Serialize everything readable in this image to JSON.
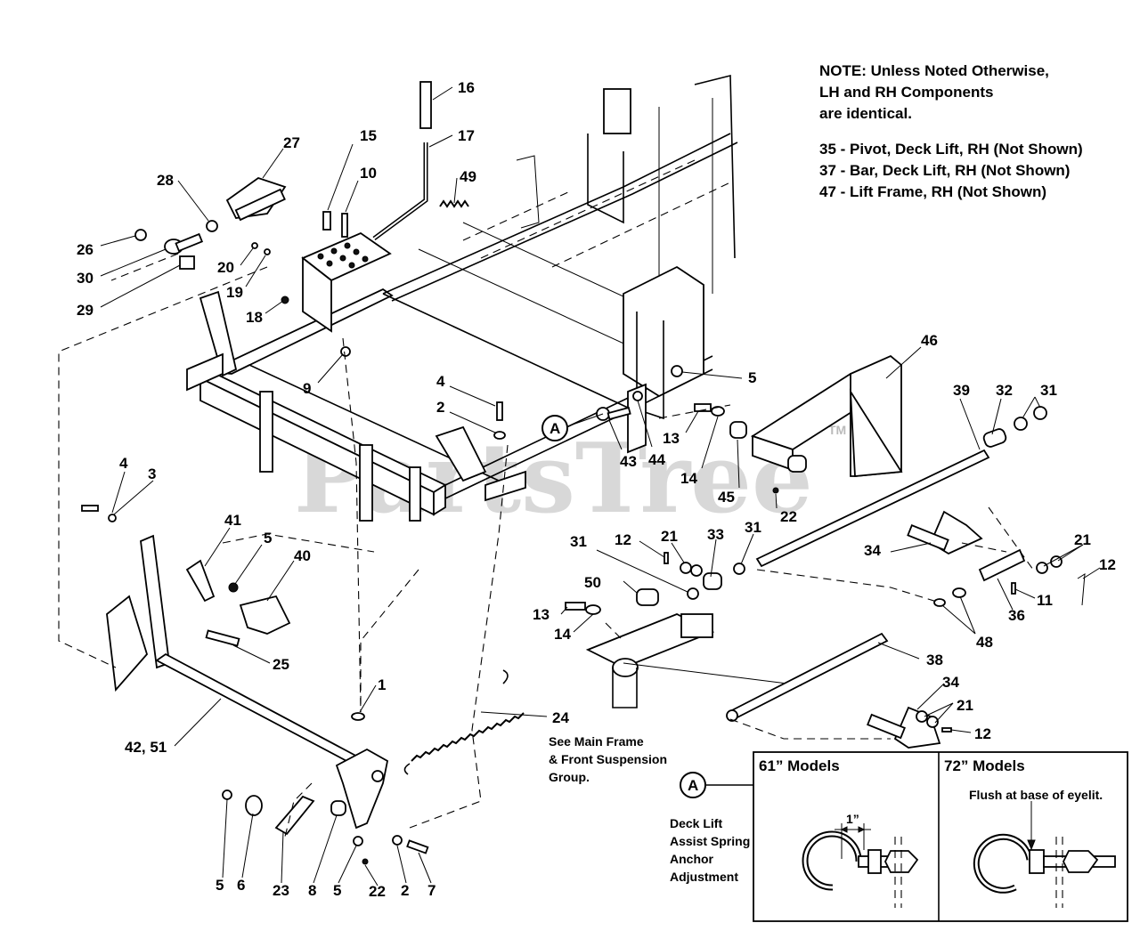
{
  "watermark": "PartsTree",
  "watermark_tm": "TM",
  "notes": [
    "NOTE: Unless Noted Otherwise,",
    "LH and RH Components",
    "are identical.",
    "35 - Pivot, Deck Lift, RH (Not Shown)",
    "37 - Bar, Deck Lift, RH (Not Shown)",
    "47 - Lift Frame, RH (Not Shown)"
  ],
  "callouts": {
    "c16": "16",
    "c17": "17",
    "c49": "49",
    "c15": "15",
    "c10": "10",
    "c27": "27",
    "c28": "28",
    "c26": "26",
    "c30": "30",
    "c29": "29",
    "c20": "20",
    "c19": "19",
    "c18": "18",
    "c9": "9",
    "c4a": "4",
    "c2a": "2",
    "c43": "43",
    "c44": "44",
    "c5a": "5",
    "c46": "46",
    "c39": "39",
    "c32": "32",
    "c31a": "31",
    "c13a": "13",
    "c14a": "14",
    "c45": "45",
    "c22a": "22",
    "c4b": "4",
    "c3": "3",
    "c41": "41",
    "c5b": "5",
    "c40": "40",
    "c25": "25",
    "c31b": "31",
    "c12a": "12",
    "c21a": "21",
    "c33": "33",
    "c31c": "31",
    "c34a": "34",
    "c21b": "21",
    "c12b": "12",
    "c50": "50",
    "c11": "11",
    "c36": "36",
    "c13b": "13",
    "c14b": "14",
    "c48": "48",
    "c38": "38",
    "c1": "1",
    "c24": "24",
    "c42": "42, 51",
    "c34b": "34",
    "c21c": "21",
    "c12c": "12",
    "c5c": "5",
    "c6": "6",
    "c23": "23",
    "c8": "8",
    "c5d": "5",
    "c22b": "22",
    "c2b": "2",
    "c7": "7"
  },
  "marker_a": "A",
  "see_main_frame": [
    "See Main Frame",
    "& Front Suspension",
    "Group."
  ],
  "inset": {
    "marker": "A",
    "caption": [
      "Deck Lift",
      "Assist Spring",
      "Anchor",
      "Adjustment"
    ],
    "panel_61_title": "61” Models",
    "panel_72_title": "72” Models",
    "dimension": "1”",
    "flush_note": "Flush at base of eyelit."
  }
}
